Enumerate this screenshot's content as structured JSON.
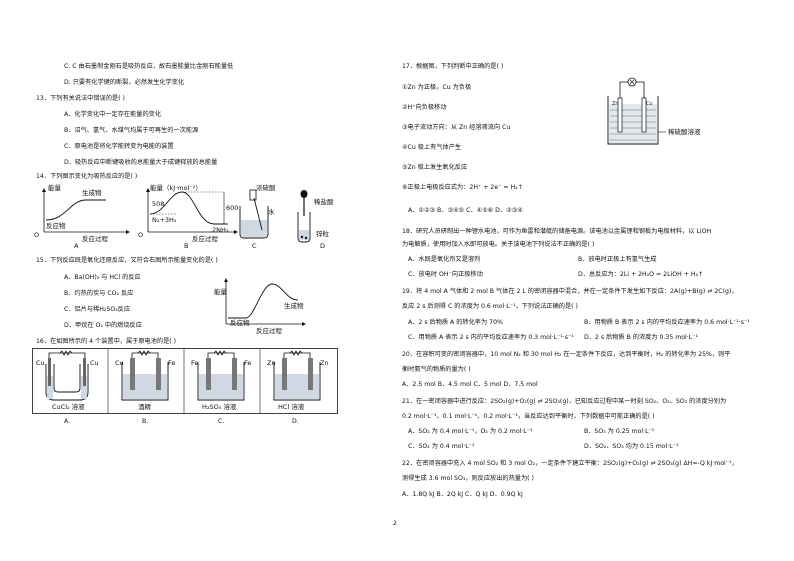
{
  "page_number": "2",
  "left": {
    "q12_tail": {
      "c": "C. C 由石墨制金刚石是吸热反应，故石墨能量比金刚石能量低",
      "d": "D. 只要有化学键的断裂，必然发生化学变化"
    },
    "q13": {
      "stem": "13．下列有关说法中错误的是(    )",
      "a": "A．化学变化中一定存在能量的变化",
      "b": "B．沼气、氢气、水煤气均属于可再生的一次能源",
      "c": "C．原电池是将化学能转变为电能的装置",
      "d": "D．吸热反应中断键吸收的总能量大于成键释放的总能量"
    },
    "q14": {
      "stem": "14．下列图示变化为吸热反应的是(    )",
      "figA": {
        "energy": "能量",
        "product": "生成物",
        "reactant": "反应物",
        "o": "O",
        "process": "反应过程",
        "label": "A"
      },
      "figB": {
        "ylabel": "能量（kJ·mol⁻¹）",
        "v508": "508",
        "v600": "600",
        "n2h2": "N₂+3H₂",
        "nh3": "2NH₃",
        "o": "O",
        "process": "反应过程",
        "label": "B"
      },
      "figC": {
        "acid": "浓硫酸",
        "water": "水",
        "label": "C"
      },
      "figD": {
        "acid": "稀盐酸",
        "metal": "锌粒",
        "label": "D"
      }
    },
    "q15": {
      "stem": "15．下列反应既是氧化还原反应，又符合右图所示能量变化的是(    )",
      "a": "A．Ba(OH)₂ 与 HCl 的反应",
      "b": "B．灼热的炭与 CO₂ 反应",
      "c": "C．铝片与稀H₂SO₄反应",
      "d": "D．甲烷在 O₂ 中的燃烧反应",
      "fig": {
        "energy": "能量",
        "product": "生成物",
        "reactant": "反应物",
        "process": "反应过程"
      }
    },
    "q16": {
      "stem": "16．在如图所示的 4 个装置中，属于原电池的是(    )",
      "cells": [
        {
          "e1": "Cu",
          "e2": "Cu",
          "sol": "CuCl₂ 溶液",
          "opt": "A."
        },
        {
          "e1": "Cu",
          "e2": "Fe",
          "sol": "酒精",
          "opt": "B."
        },
        {
          "e1": "Fe",
          "e2": "Fe",
          "sol": "H₂SO₄ 溶液",
          "opt": "C."
        },
        {
          "e1": "Zn",
          "e2": "Zn",
          "sol": "HCl 溶液",
          "opt": "D."
        }
      ]
    }
  },
  "right": {
    "q17": {
      "stem": "17．根据图，下列判断中正确的是(    )",
      "s1": "①Zn 为正极，Cu 为负极",
      "s2": "②H⁺向负极移动",
      "s3": "③电子流动方向：从 Zn 经溶液流向 Cu",
      "s4": "④Cu 极上有气体产生",
      "s5": "⑤Zn 极上发生氧化反应",
      "s6": "⑥正极上电极反应式为：2H⁺ + 2e⁻ = H₂↑",
      "opts": "A．①②③         B．③④⑤         C．④⑤⑥         D．②③④",
      "fig": {
        "zn": "Zn",
        "cu": "Cu",
        "sol": "稀硫酸溶液"
      }
    },
    "q18": {
      "l1": "18．研究人员研制出一种锂水电池，可作为鱼雷和潜艇的储备电源。该电池以金属锂和钢板为电极材料，以 LiOH",
      "l2": "为电解质，使用时加入水即可放电。关于该电池下列说法不正确的是(    )",
      "a": "A．水既是氧化剂又是溶剂",
      "b": "B．放电时正极上有氢气生成",
      "c": "C．放电时 OH⁻向正极移动",
      "d": "D．总反应为：2Li + 2H₂O = 2LiOH + H₂↑"
    },
    "q19": {
      "l1": "19．将 4 mol A 气体和 2 mol B 气体在 2 L 的密闭容器中混合，并在一定条件下发生如下反应：2A(g)+B(g) ⇌ 2C(g)，",
      "l2": "反应 2 s 后测得 C 的浓度为 0.6 mol·L⁻¹，下列说法正确的是(    )",
      "a": "A．2 s 后物质 A 的转化率为 70%",
      "b": "B．用物质 B 表示 2 s 内的平均反应速率为 0.6 mol·L⁻¹·s⁻¹",
      "c": "C．用物质 A 表示 2 s 内的平均反应速率为 0.3 mol·L⁻¹·s⁻¹",
      "d": "D．2 s 后物质 B 的浓度为 0.35 mol·L⁻¹"
    },
    "q20": {
      "l1": "20．在容积可变的密闭容器中，10 mol N₂ 和 30 mol H₂ 在一定条件下反应，达到平衡时，H₂ 的转化率为 25%，则平",
      "l2": "衡时氨气的物质的量为(    )",
      "opts": "A．2.5 mol          B．4.5 mol          C．5 mol          D．7.5 mol"
    },
    "q21": {
      "l1": "21．在一密闭容器中进行反应：2SO₂(g)+O₂(g) ⇌ 2SO₃(g)，已知反应过程中某一时刻 SO₂、O₂、SO₃ 的浓度分别为",
      "l2": "0.2 mol·L⁻¹、0.1 mol·L⁻¹、0.2 mol·L⁻¹，当反应达到平衡时，下列数据中可能正确的是(    )",
      "a": "A．SO₂ 为 0.4 mol·L⁻¹，O₂ 为 0.2 mol·L⁻¹",
      "b": "B．SO₃ 为 0.25 mol·L⁻¹",
      "c": "C．SO₂ 为 0.4 mol·L⁻¹",
      "d": "D．SO₂、SO₃ 均为 0.15 mol·L⁻¹"
    },
    "q22": {
      "l1": "22．在密闭容器中充入 4 mol SO₂ 和 3 mol O₂，一定条件下建立平衡：2SO₂(g)+O₂(g) ⇌ 2SO₃(g) ΔH=-Q kJ·mol⁻¹，",
      "l2": "测得生成 3.6 mol SO₃，则反应放出的热量为(    )",
      "opts": "A．1.8Q kJ           B．2Q kJ           C．Q kJ           D．0.9Q kJ"
    }
  }
}
